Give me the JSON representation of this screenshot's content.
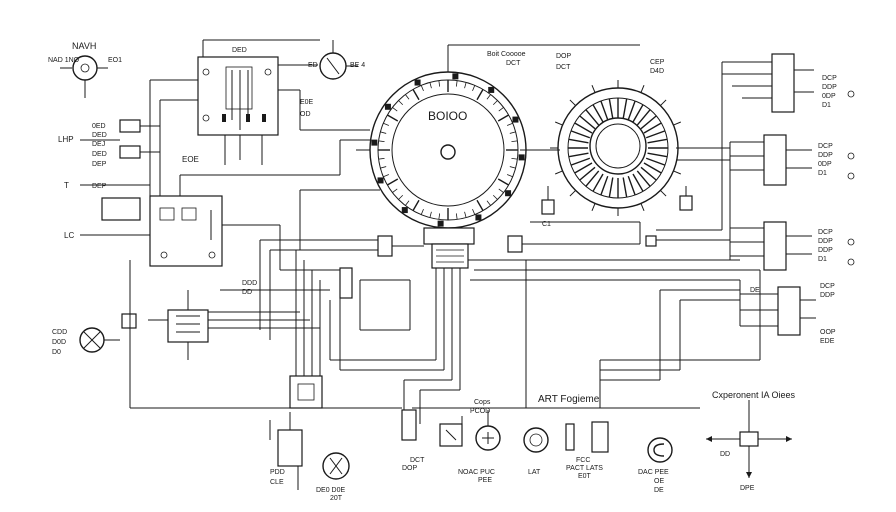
{
  "labels": {
    "top_left_title": "NAVH",
    "top_left_sub": "NAD 1NO",
    "top_left_sub2": "EO1",
    "left_a1": "0ED",
    "left_a2": "DED",
    "left_a3": "DEJ",
    "left_b1": "DED",
    "left_b2": "DEP",
    "left_c": "DEP",
    "side_lp": "LHP",
    "side_t": "T",
    "side_lc": "LC",
    "relay_label": "EOE",
    "meter_left_a": "ED",
    "meter_left_b": "BE 4",
    "top_center_a": "DED",
    "top_center_b": "E0E",
    "top_center_c": "OD",
    "main_dial_label": "BOIOO",
    "dial_head_a": "Boit Cooooe",
    "dial_head_b": "DCT",
    "dial_head_c": "DOP",
    "dial_head_d": "DCT",
    "gear_label_a": "CEP",
    "gear_label_b": "D4D",
    "gear_label_c": "C1",
    "ctr_lbl_a": "DDD",
    "ctr_lbl_b": "DD",
    "left_motor_a": "CDD",
    "left_motor_b": "D0D",
    "left_motor_c": "D0",
    "center_title": "ART Fogieme",
    "c_box_a": "Cops",
    "c_box_b": "PCOD",
    "c_box_c": "DCT",
    "c_box_d": "NOAC PUC",
    "c_box_e": "PEE",
    "c_box_f": "LAT",
    "c_box_g": "FCC",
    "c_box_h": "PACT LATS",
    "c_box_i": "E0T",
    "c_box_j": "DOP",
    "bottom_left_a": "PDD",
    "bottom_left_b": "CLE",
    "bottom_motor_label": "DE0 D0E",
    "bottom_motor_sub": "20T",
    "right_title": "Cxperonent IA Oiees",
    "right_cross_a": "DD",
    "right_cross_b": "DPE",
    "right_c_a": "DAC PEE",
    "right_c_b": "OE",
    "right_c_c": "DE",
    "r1a": "DCP",
    "r1b": "DDP",
    "r1c": "0DP",
    "r1d": "D1",
    "r2a": "DCP",
    "r2b": "DDP",
    "r2c": "0DP",
    "r2d": "D1",
    "r3a": "DCP",
    "r3b": "DDP",
    "r3c": "DDP",
    "r3d": "D1",
    "r4a": "DCP",
    "r4b": "DDP",
    "r4c": "OOP",
    "r4d": "EDE",
    "r4e": "DE"
  }
}
